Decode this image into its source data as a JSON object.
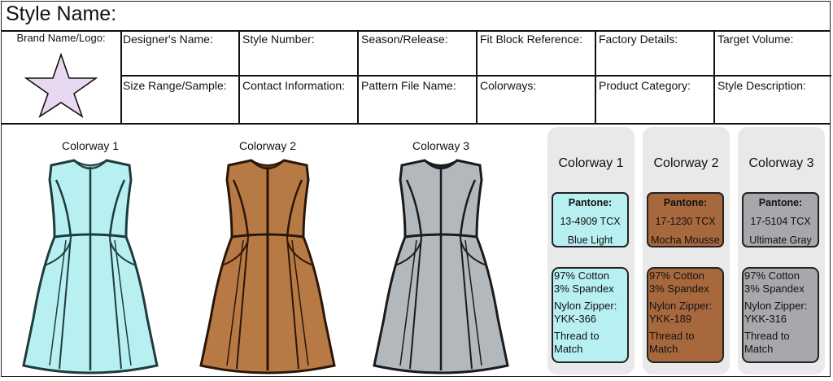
{
  "header": {
    "title": "Style Name:"
  },
  "info": {
    "brand_label": "Brand Name/Logo:",
    "row1": [
      "Designer's Name:",
      "Style Number:",
      "Season/Release:",
      "Fit Block Reference:",
      "Factory Details:",
      "Target Volume:"
    ],
    "row2": [
      "Size Range/Sample:",
      "Contact Information:",
      "Pattern File Name:",
      "Colorways:",
      "Product Category:",
      "Style Description:"
    ]
  },
  "sketches": [
    {
      "caption": "Colorway 1",
      "fill": "#b8f0f2",
      "line": "#1f3b3c"
    },
    {
      "caption": "Colorway 2",
      "fill": "#b87a45",
      "line": "#2a1608"
    },
    {
      "caption": "Colorway 3",
      "fill": "#b3b8bd",
      "line": "#1a1a1a"
    }
  ],
  "colorways": [
    {
      "title": "Colorway 1",
      "pantone_label": "Pantone:",
      "code": "13-4909 TCX",
      "name": "Blue Light",
      "color": "#b8f0f2",
      "fabric1": "97% Cotton",
      "fabric2": "3% Spandex",
      "zipper1": "Nylon Zipper:",
      "zipper2": "YKK-366",
      "thread1": "Thread to",
      "thread2": "Match"
    },
    {
      "title": "Colorway 2",
      "pantone_label": "Pantone:",
      "code": "17-1230 TCX",
      "name": "Mocha Mousse",
      "color": "#a8683e",
      "fabric1": "97% Cotton",
      "fabric2": "3% Spandex",
      "zipper1": "Nylon Zipper:",
      "zipper2": "YKK-189",
      "thread1": "Thread to",
      "thread2": "Match"
    },
    {
      "title": "Colorway 3",
      "pantone_label": "Pantone:",
      "code": "17-5104 TCX",
      "name": "Ultimate Gray",
      "color": "#a6a8ab",
      "fabric1": "97% Cotton",
      "fabric2": "3% Spandex",
      "zipper1": "Nylon Zipper:",
      "zipper2": "YKK-316",
      "thread1": "Thread to",
      "thread2": "Match"
    }
  ]
}
